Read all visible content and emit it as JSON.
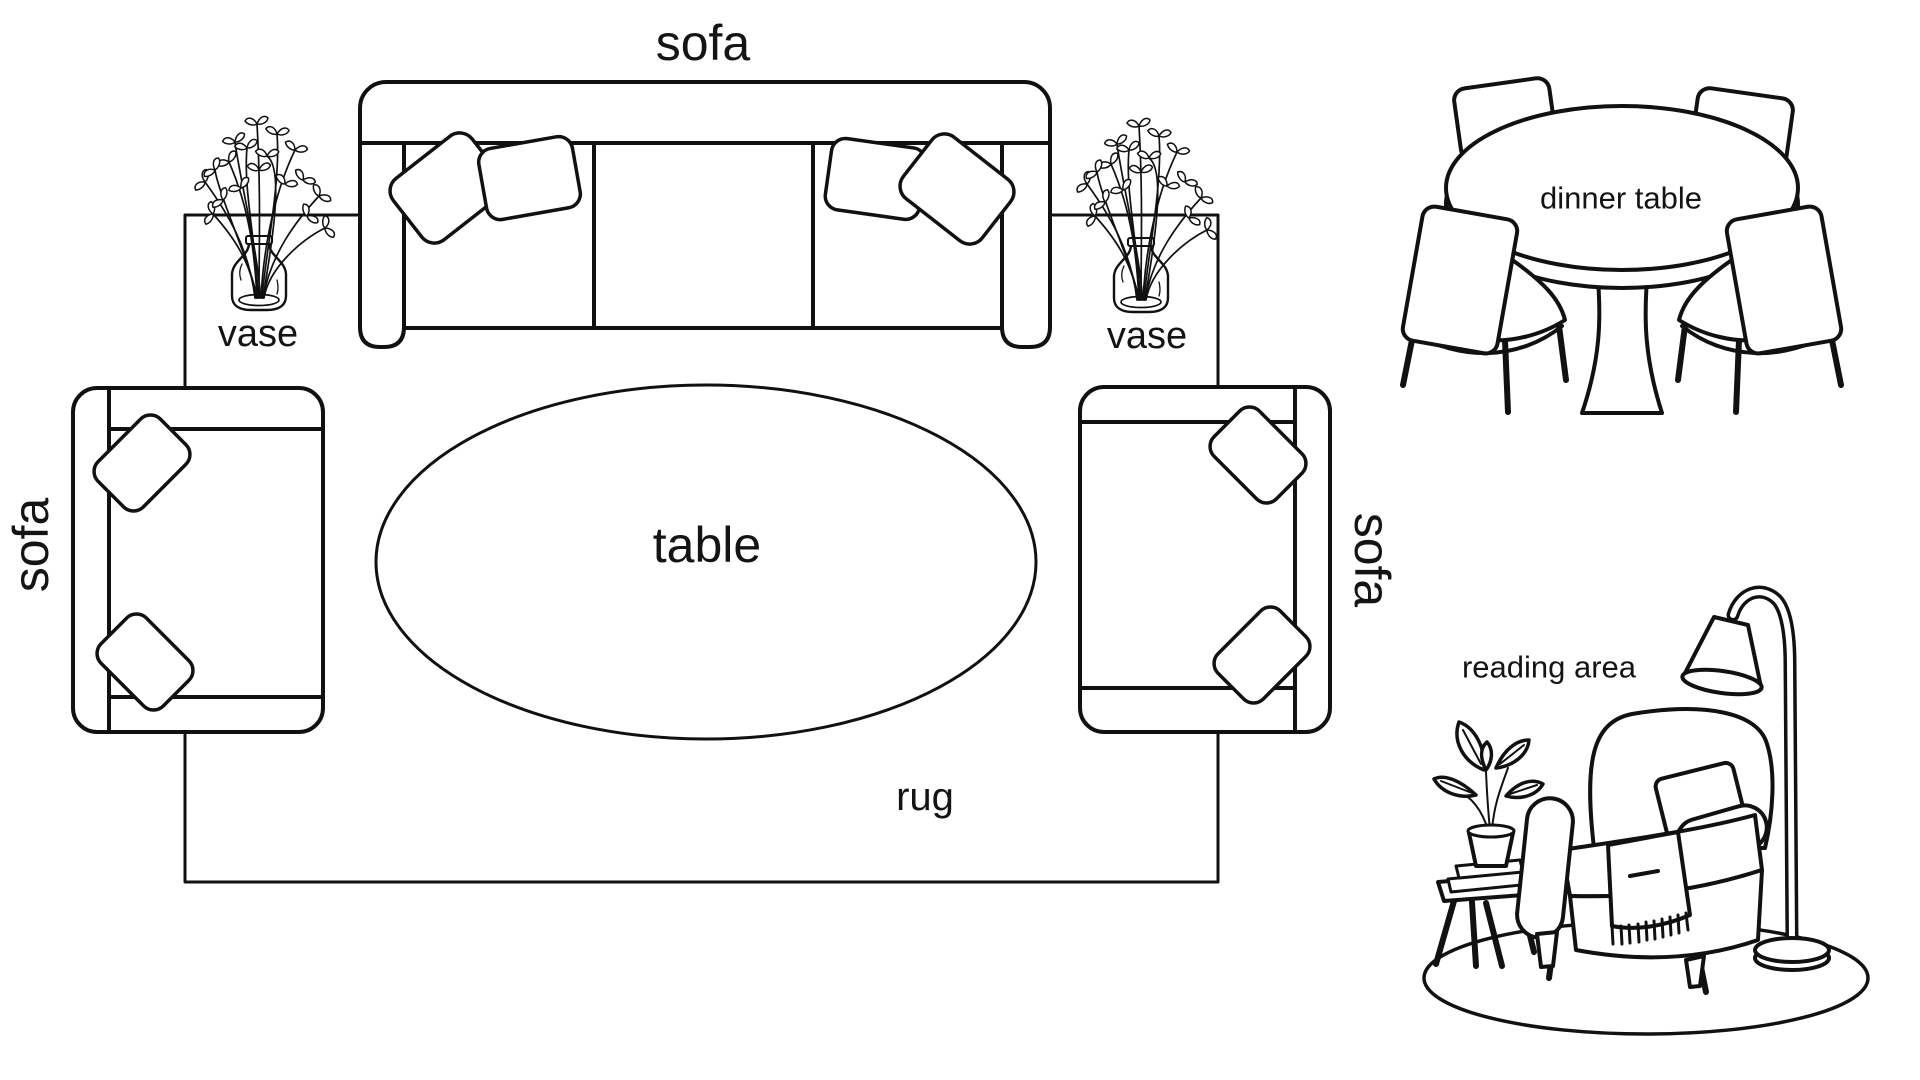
{
  "canvas": {
    "background": "#ffffff",
    "ink": "#111111"
  },
  "living_room": {
    "top_sofa": {
      "label": "sofa"
    },
    "left_sofa": {
      "label": "sofa"
    },
    "right_sofa": {
      "label": "sofa"
    },
    "coffee_table": {
      "label": "table"
    },
    "rug": {
      "label": "rug"
    },
    "left_vase": {
      "label": "vase"
    },
    "right_vase": {
      "label": "vase"
    }
  },
  "dining": {
    "dinner_table": {
      "label": "dinner table"
    }
  },
  "reading": {
    "area": {
      "label": "reading area"
    }
  }
}
